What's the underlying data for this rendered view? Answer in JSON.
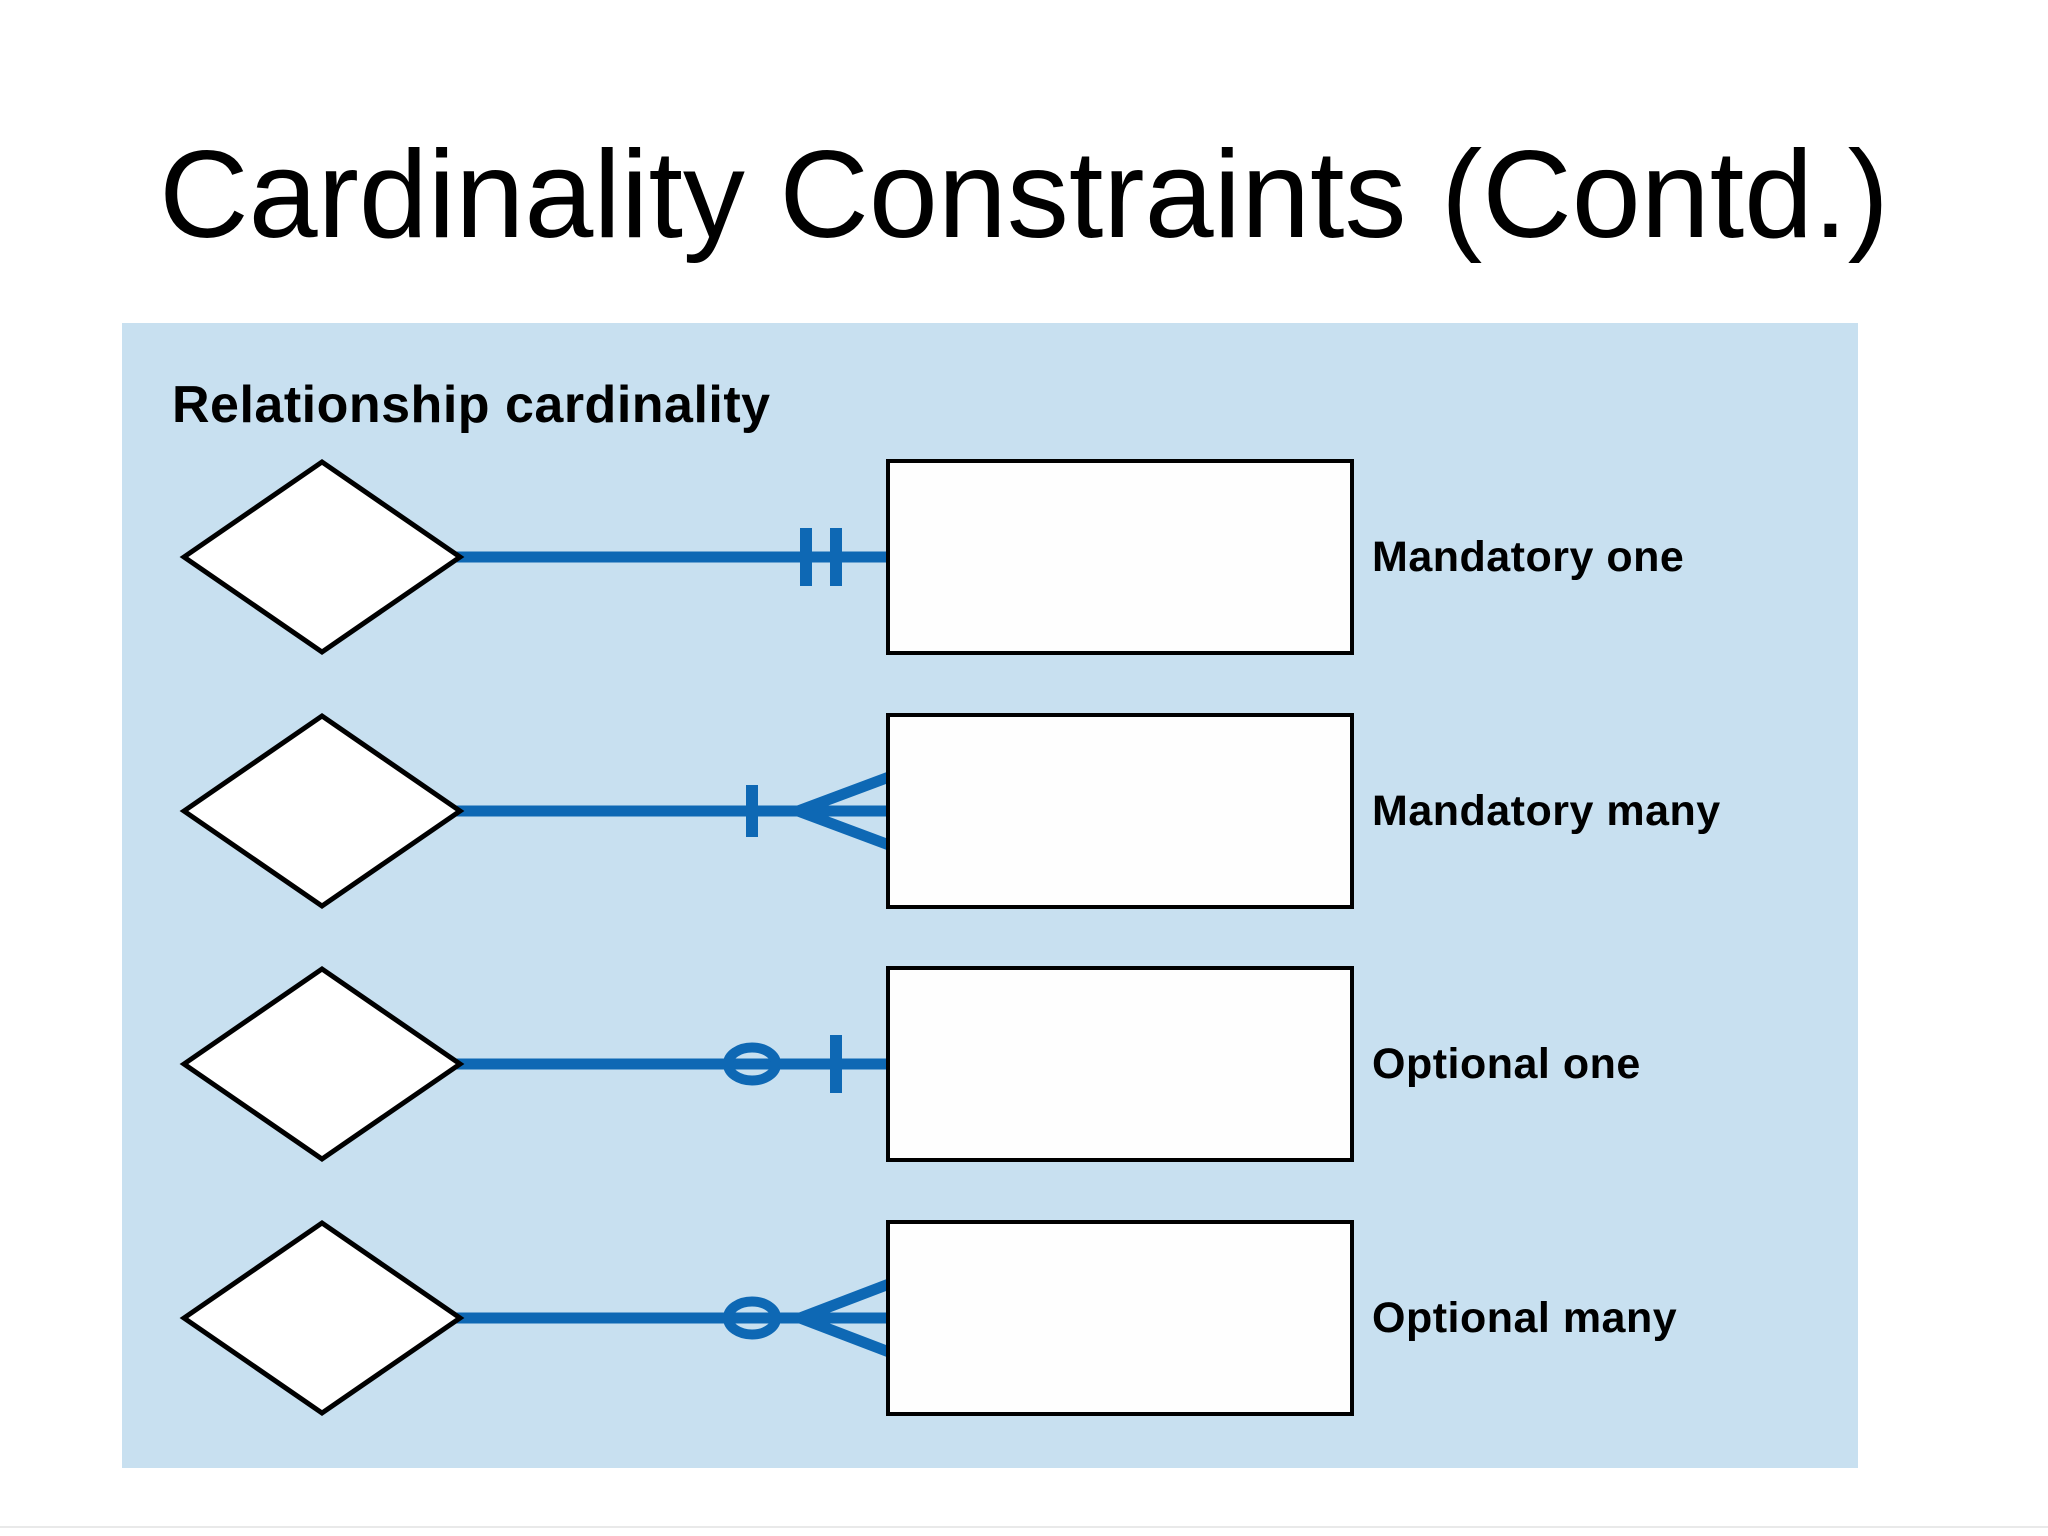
{
  "slide": {
    "title": "Cardinality Constraints (Contd.)"
  },
  "diagram": {
    "heading": "Relationship cardinality",
    "colors": {
      "panel_background": "#c8e0f0",
      "connector_blue": "#0e68b4",
      "shape_border": "#000000",
      "shape_fill": "#ffffff",
      "text": "#000000"
    },
    "rows": [
      {
        "label": "Mandatory one",
        "notation": "two vertical bars before entity"
      },
      {
        "label": "Mandatory many",
        "notation": "vertical bar plus crow's foot"
      },
      {
        "label": "Optional one",
        "notation": "circle plus vertical bar"
      },
      {
        "label": "Optional many",
        "notation": "circle plus crow's foot"
      }
    ]
  }
}
